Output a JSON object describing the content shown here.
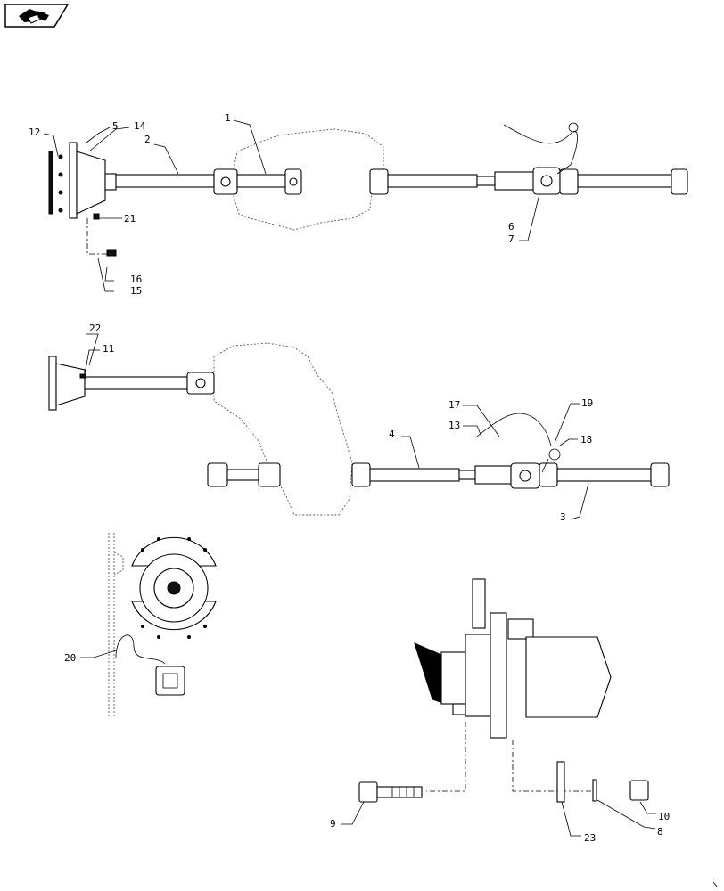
{
  "navigation": {
    "icon": "next-page-arrow-icon"
  },
  "callouts": [
    {
      "id": "c1",
      "text": "1"
    },
    {
      "id": "c2",
      "text": "2"
    },
    {
      "id": "c3",
      "text": "3"
    },
    {
      "id": "c4",
      "text": "4"
    },
    {
      "id": "c5",
      "text": "5"
    },
    {
      "id": "c6",
      "text": "6"
    },
    {
      "id": "c7",
      "text": "7"
    },
    {
      "id": "c8",
      "text": "8"
    },
    {
      "id": "c9",
      "text": "9"
    },
    {
      "id": "c10",
      "text": "10"
    },
    {
      "id": "c11",
      "text": "11"
    },
    {
      "id": "c12",
      "text": "12"
    },
    {
      "id": "c13",
      "text": "13"
    },
    {
      "id": "c14",
      "text": "14"
    },
    {
      "id": "c15",
      "text": "15"
    },
    {
      "id": "c16",
      "text": "16"
    },
    {
      "id": "c17",
      "text": "17"
    },
    {
      "id": "c18",
      "text": "18"
    },
    {
      "id": "c19",
      "text": "19"
    },
    {
      "id": "c20",
      "text": "20"
    },
    {
      "id": "c21",
      "text": "21"
    },
    {
      "id": "c22",
      "text": "22"
    },
    {
      "id": "c23",
      "text": "23"
    }
  ]
}
